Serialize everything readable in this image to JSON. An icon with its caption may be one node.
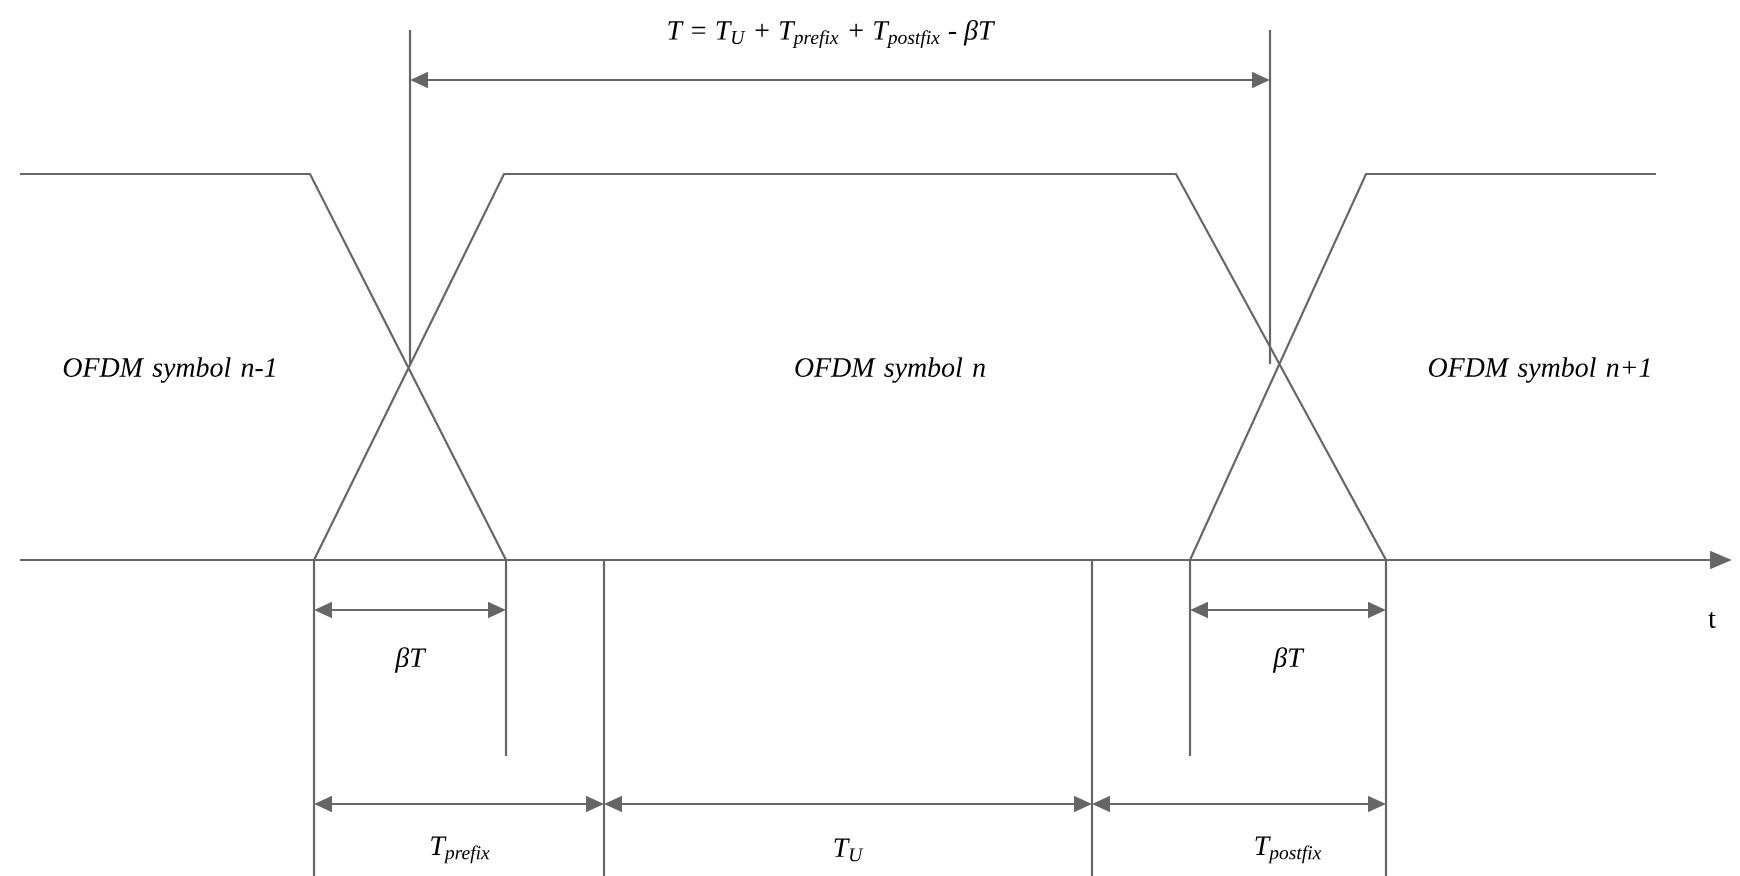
{
  "diagram": {
    "labels": [
      "T = T$_{U}$ + T$_{prefix}$ + T$_{postfix}$ - βT",
      "OFDM symbol n-1",
      "OFDM symbol n",
      "OFDM symbol n+1",
      "t",
      "βT",
      "βT",
      "T$_{prefix}$",
      "T$_{U}$",
      "T$_{postfix}$"
    ]
  }
}
